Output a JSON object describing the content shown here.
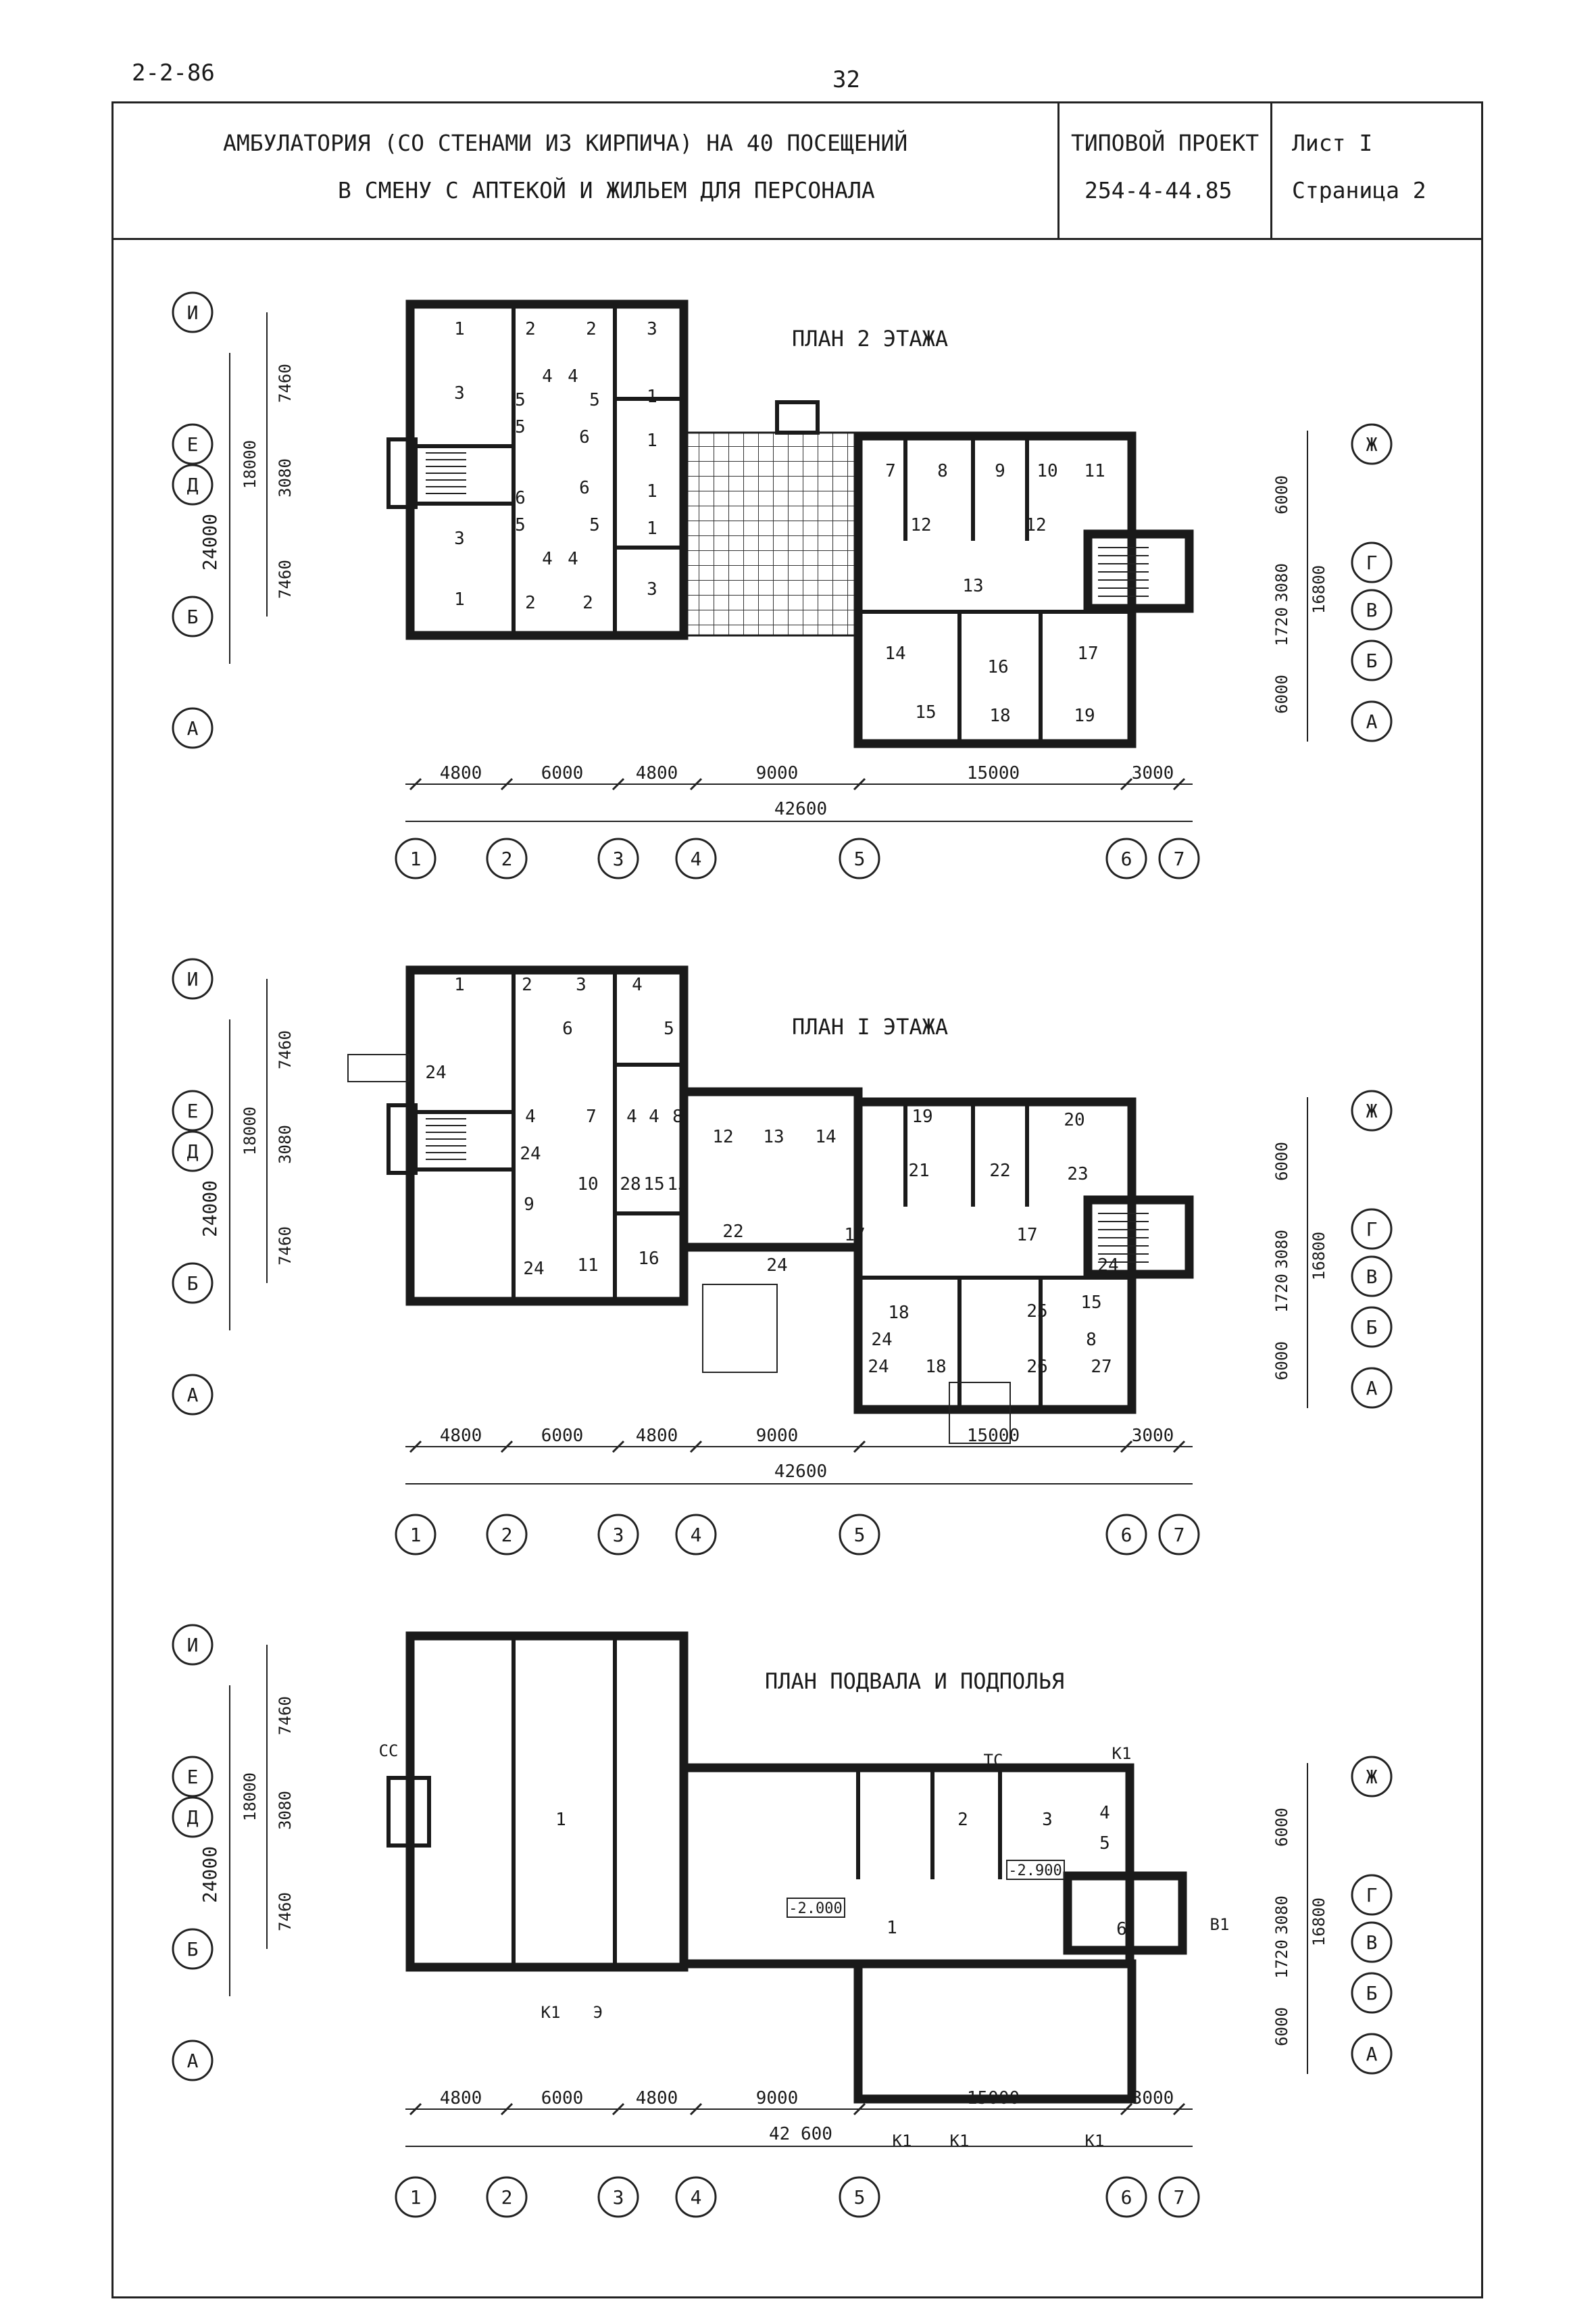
{
  "header": {
    "sheet_code": "2-2-86",
    "page_number": "32"
  },
  "title_block": {
    "title_line1": "АМБУЛАТОРИЯ (СО СТЕНАМИ ИЗ КИРПИЧА) НА 40 ПОСЕЩЕНИЙ",
    "title_line2": "В СМЕНУ С АПТЕКОЙ И ЖИЛЬЕМ ДЛЯ ПЕРСОНАЛА",
    "project_label": "ТИПОВОЙ ПРОЕКТ",
    "project_number": "254-4-44.85",
    "sheet_label": "Лист I",
    "page_label": "Страница 2"
  },
  "plans": [
    {
      "title": "ПЛАН 2 ЭТАЖА",
      "rooms": [
        "1",
        "2",
        "2",
        "3",
        "3",
        "4",
        "4",
        "5",
        "5",
        "5",
        "6",
        "1",
        "1",
        "6",
        "1",
        "1",
        "6",
        "5",
        "5",
        "3",
        "4",
        "4",
        "1",
        "2",
        "2",
        "3",
        "7",
        "8",
        "9",
        "10",
        "11",
        "12",
        "12",
        "13",
        "14",
        "16",
        "17",
        "15",
        "18",
        "19"
      ]
    },
    {
      "title": "ПЛАН I ЭТАЖА",
      "rooms": [
        "1",
        "2",
        "3",
        "4",
        "6",
        "5",
        "24",
        "4",
        "7",
        "4",
        "4",
        "8",
        "12",
        "13",
        "14",
        "19",
        "20",
        "24",
        "10",
        "28",
        "15",
        "15",
        "21",
        "22",
        "23",
        "9",
        "22",
        "17",
        "17",
        "24",
        "11",
        "16",
        "24",
        "24",
        "18",
        "24",
        "25",
        "15",
        "8",
        "24",
        "18",
        "26",
        "27"
      ]
    },
    {
      "title": "ПЛАН ПОДВАЛА И ПОДПОЛЬЯ",
      "rooms": [
        "1",
        "2",
        "3",
        "4",
        "5",
        "1",
        "6"
      ],
      "levels": [
        "-2.000",
        "-2.900"
      ],
      "utility_labels": [
        "СС",
        "ТС",
        "К1",
        "К1",
        "Э",
        "К1",
        "К1",
        "К1",
        "В1"
      ]
    }
  ],
  "axes": {
    "letters_left": [
      "И",
      "Е",
      "Д",
      "Б",
      "А"
    ],
    "letters_right": [
      "Ж",
      "Г",
      "В",
      "Б",
      "А"
    ],
    "numbers": [
      "1",
      "2",
      "3",
      "4",
      "5",
      "6",
      "7"
    ]
  },
  "dimensions": {
    "horizontal": [
      "4800",
      "6000",
      "4800",
      "9000",
      "15000",
      "3000"
    ],
    "total": "42600",
    "total_basement": "42 600",
    "left_vertical": [
      "7460",
      "3080",
      "7460"
    ],
    "left_18000": "18000",
    "left_24000": "24000",
    "right_vertical": [
      "6000",
      "3080",
      "1720",
      "6000"
    ],
    "right_16800": "16800"
  }
}
